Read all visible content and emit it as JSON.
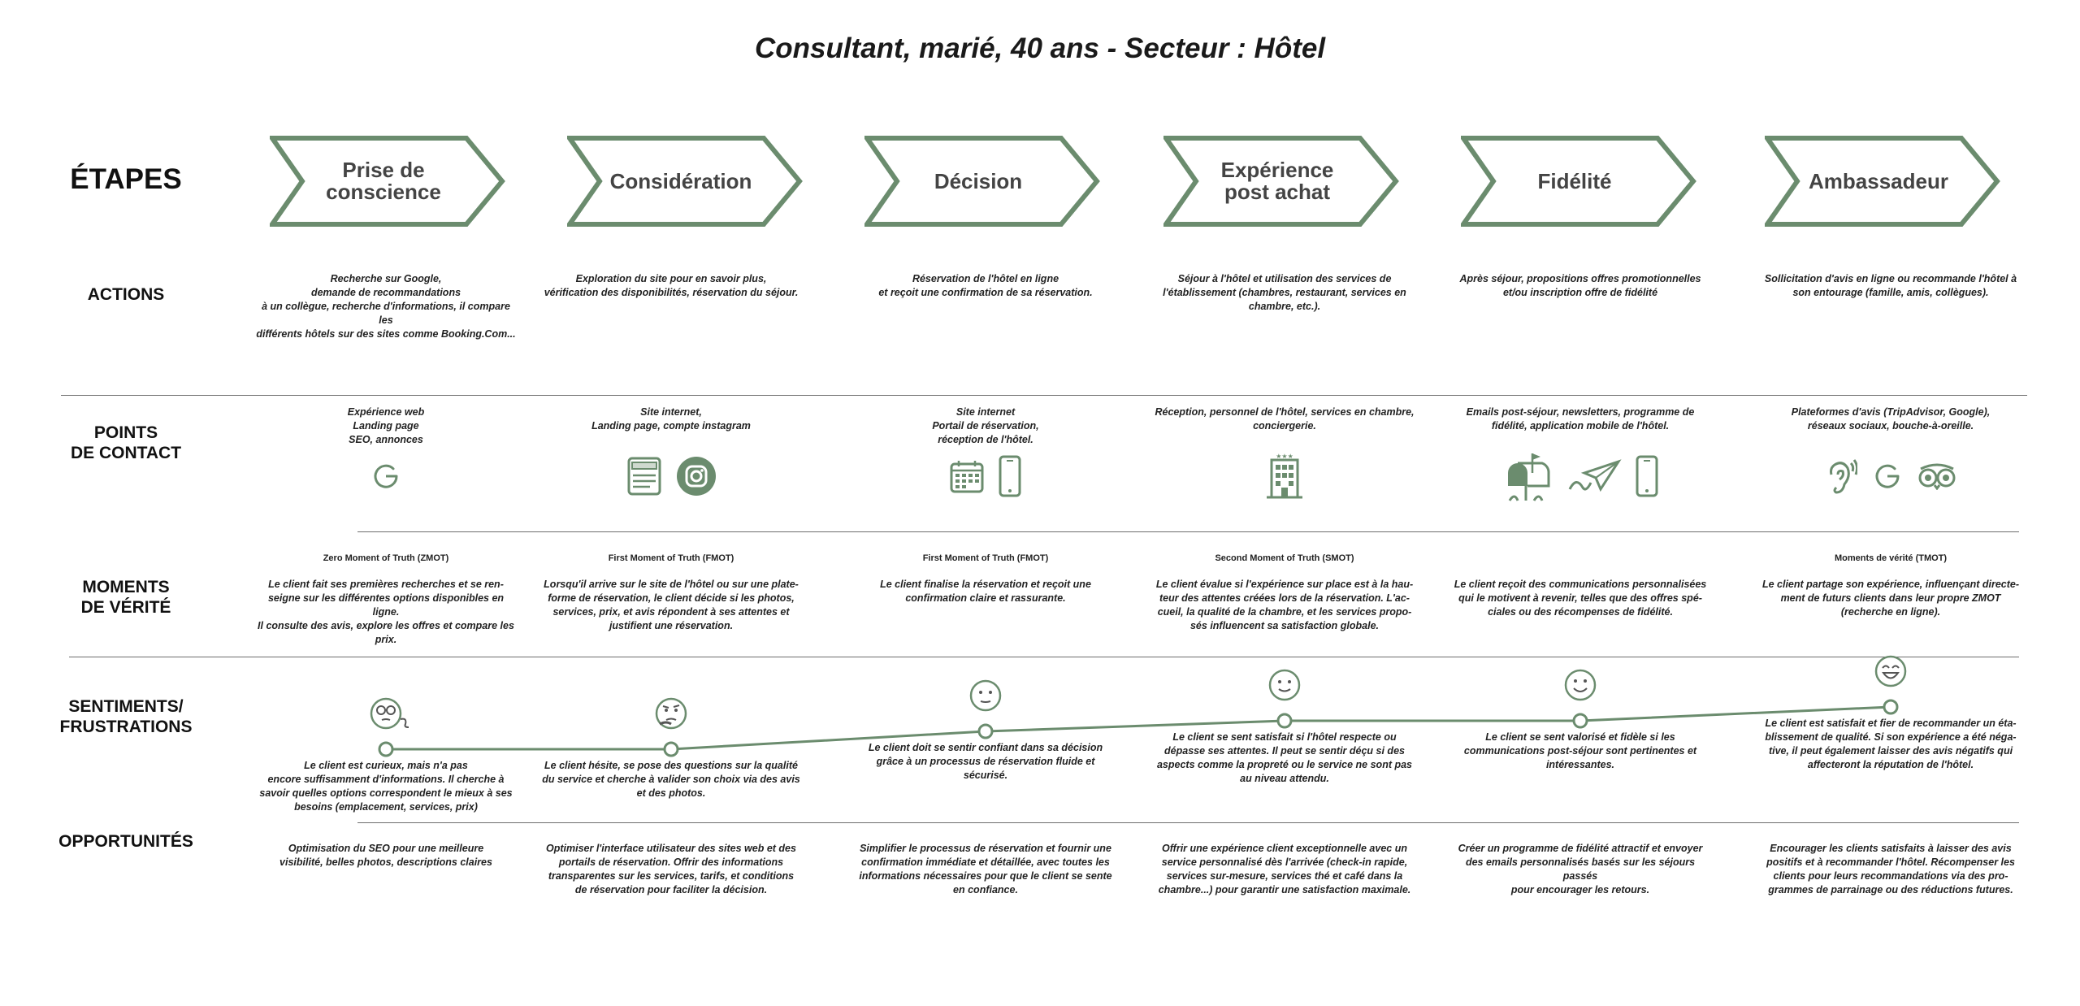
{
  "title": "Consultant, marié, 40 ans -  Secteur : Hôtel",
  "row_labels": {
    "etapes": "ÉTAPES",
    "actions": "ACTIONS",
    "points_contact": "POINTS\nDE CONTACT",
    "moments_verite": "MOMENTS\nDE VÉRITÉ",
    "sentiments": "SENTIMENTS/\nFRUSTRATIONS",
    "opportunites": "OPPORTUNITÉS"
  },
  "colors": {
    "accent": "#6b8c6e",
    "line": "#6e6e6e",
    "text": "#222222"
  },
  "stages": [
    {
      "name": "Prise de\nconscience",
      "action": "Recherche sur Google,\ndemande de recommandations\nà un collègue, recherche d'informations, il compare les\ndifférents hôtels sur des sites comme Booking.Com...",
      "contact": "Expérience web\nLanding page\nSEO, annonces",
      "contact_icons": [
        "google-icon"
      ],
      "moment_title": "Zero Moment of Truth (ZMOT)",
      "moment": "Le client fait ses premières recherches et se ren-\nseigne sur les différentes options disponibles en ligne.\nIl consulte des avis, explore les offres et compare les\nprix.",
      "emotion_icon": "curious-face-icon",
      "sentiment_level": 1,
      "sentiment": "Le client est curieux, mais n'a pas\nencore suffisamment d'informations. Il cherche à\nsavoir quelles options correspondent le mieux à ses\nbesoins (emplacement, services, prix)",
      "opportunity": "Optimisation du SEO pour une meilleure\nvisibilité, belles photos, descriptions claires"
    },
    {
      "name": "Considération",
      "action": "Exploration du site pour en savoir plus,\nvérification des disponibilités, réservation du séjour.",
      "contact": "Site internet,\nLanding page, compte instagram",
      "contact_icons": [
        "webpage-icon",
        "instagram-icon"
      ],
      "moment_title": "First Moment of Truth (FMOT)",
      "moment": "Lorsqu'il arrive sur le site de l'hôtel ou sur une plate-\nforme de réservation, le client décide si les photos,\nservices, prix, et avis répondent à ses attentes et\njustifient une réservation.",
      "emotion_icon": "thinking-face-icon",
      "sentiment_level": 1,
      "sentiment": "Le client hésite, se pose des questions sur la qualité\ndu service et cherche à valider son choix via des avis\net des photos.",
      "opportunity": "Optimiser l'interface utilisateur des sites web et des\nportails de réservation. Offrir des informations\ntransparentes sur les services, tarifs, et conditions\nde réservation pour faciliter la décision."
    },
    {
      "name": "Décision",
      "action": "Réservation de l'hôtel en ligne\net reçoit une confirmation de sa réservation.",
      "contact": "Site internet\nPortail de réservation,\nréception de l'hôtel.",
      "contact_icons": [
        "calendar-icon",
        "smartphone-icon"
      ],
      "moment_title": "First Moment of Truth (FMOT)",
      "moment": "Le client finalise la réservation et reçoit une\nconfirmation claire et rassurante.",
      "emotion_icon": "neutral-face-icon",
      "sentiment_level": 2,
      "sentiment": "Le client doit se sentir confiant dans sa décision\ngrâce à un processus de réservation fluide et sécurisé.",
      "opportunity": "Simplifier le processus de réservation et fournir une\nconfirmation immédiate et détaillée, avec toutes les\ninformations nécessaires pour que le client se sente\nen confiance."
    },
    {
      "name": "Expérience\npost achat",
      "action": "Séjour à l'hôtel et utilisation des services de\nl'établissement (chambres, restaurant, services en\nchambre, etc.).",
      "contact": "Réception, personnel de l'hôtel, services en chambre,\nconciergerie.",
      "contact_icons": [
        "hotel-building-icon"
      ],
      "moment_title": "Second Moment of Truth (SMOT)",
      "moment": "Le client évalue si l'expérience sur place est à la hau-\nteur des attentes créées lors de la réservation. L'ac-\ncueil, la qualité de la chambre, et les services propo-\nsés influencent sa satisfaction globale.",
      "emotion_icon": "slight-smile-face-icon",
      "sentiment_level": 3,
      "sentiment": "Le client se sent satisfait si l'hôtel respecte ou\ndépasse ses attentes. Il peut se sentir déçu si des\naspects comme la propreté ou le service ne sont pas\nau niveau attendu.",
      "opportunity": "Offrir une expérience client exceptionnelle avec un\nservice personnalisé dès l'arrivée (check-in rapide,\nservices sur-mesure, services thé et café dans la\nchambre...) pour garantir une satisfaction maximale."
    },
    {
      "name": "Fidélité",
      "action": "Après séjour, propositions offres promotionnelles\net/ou inscription offre de fidélité",
      "contact": "Emails post-séjour, newsletters, programme de\nfidélité, application mobile de l'hôtel.",
      "contact_icons": [
        "mailbox-icon",
        "paper-plane-icon",
        "smartphone-icon"
      ],
      "moment_title": "",
      "moment": "Le client reçoit des communications personnalisées\nqui le motivent à revenir, telles que des offres spé-\nciales ou des récompenses de fidélité.",
      "emotion_icon": "smile-face-icon",
      "sentiment_level": 3,
      "sentiment": "Le client se sent valorisé et fidèle si les\ncommunications post-séjour sont pertinentes et\nintéressantes.",
      "opportunity": "Créer un programme de fidélité attractif et envoyer\ndes emails personnalisés basés sur les séjours passés\npour encourager les retours."
    },
    {
      "name": "Ambassadeur",
      "action": "Sollicitation d'avis en ligne ou recommande l'hôtel à\nson  entourage (famille, amis, collègues).",
      "contact": "Plateformes d'avis (TripAdvisor, Google),\nréseaux sociaux, bouche-à-oreille.",
      "contact_icons": [
        "ear-icon",
        "google-icon",
        "tripadvisor-icon"
      ],
      "moment_title": "Moments de vérité (TMOT)",
      "moment": "Le client partage son expérience, influençant directe-\nment de futurs clients dans leur propre ZMOT\n(recherche en ligne).",
      "emotion_icon": "happy-face-icon",
      "sentiment_level": 4,
      "sentiment": "Le client est satisfait et fier de recommander un éta-\nblissement de qualité. Si son expérience a été néga-\ntive, il peut également laisser des avis négatifs qui\naffecteront la réputation de l'hôtel.",
      "opportunity": "Encourager les clients satisfaits à laisser des avis\npositifs et à recommander l'hôtel. Récompenser les\nclients pour leurs recommandations via des pro-\ngrammes de parrainage ou des réductions futures."
    }
  ]
}
